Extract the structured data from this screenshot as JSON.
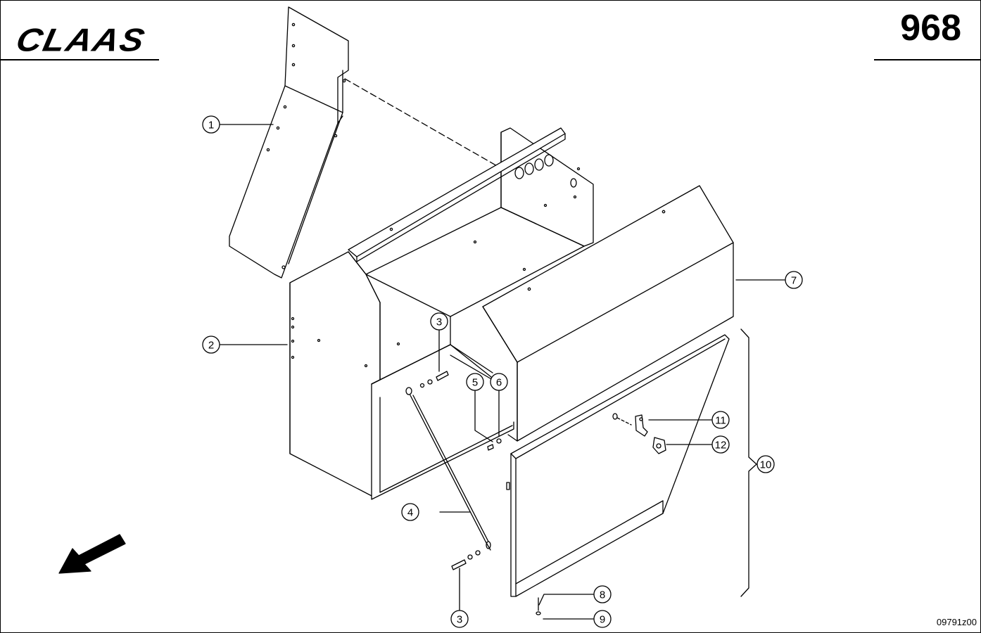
{
  "header": {
    "brand": "CLAAS",
    "page_number": "968"
  },
  "footer": {
    "drawing_code": "09791z00"
  },
  "callouts": [
    {
      "id": "c1",
      "label": "1"
    },
    {
      "id": "c2",
      "label": "2"
    },
    {
      "id": "c3a",
      "label": "3"
    },
    {
      "id": "c3b",
      "label": "3"
    },
    {
      "id": "c4",
      "label": "4"
    },
    {
      "id": "c5",
      "label": "5"
    },
    {
      "id": "c6",
      "label": "6"
    },
    {
      "id": "c7",
      "label": "7"
    },
    {
      "id": "c8",
      "label": "8"
    },
    {
      "id": "c9",
      "label": "9"
    },
    {
      "id": "c10",
      "label": "10"
    },
    {
      "id": "c11",
      "label": "11"
    },
    {
      "id": "c12",
      "label": "12"
    }
  ],
  "colors": {
    "line": "#000000",
    "background": "#ffffff"
  }
}
